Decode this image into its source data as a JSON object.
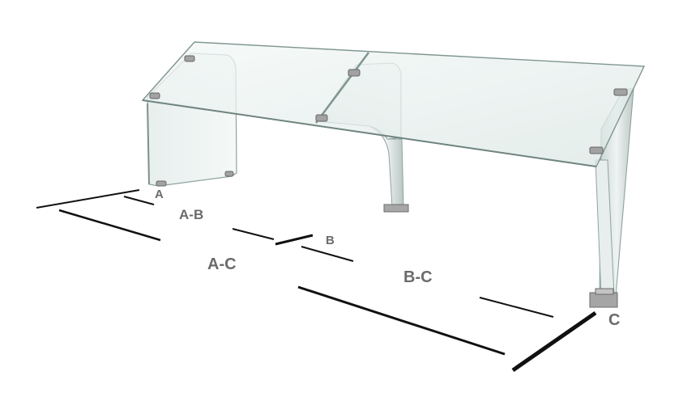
{
  "diagram": {
    "labels": {
      "point_a": "A",
      "span_ab": "A-B",
      "point_b": "B",
      "span_ac": "A-C",
      "span_bc": "B-C",
      "point_c": "C"
    },
    "colors": {
      "glass_fill": "#e8f1ef",
      "glass_edge": "#8fa39e",
      "post": "#b8c6c3",
      "hardware": "#9a9a9a",
      "dimension_line": "#111111",
      "label_text": "#6b6b6b"
    }
  }
}
